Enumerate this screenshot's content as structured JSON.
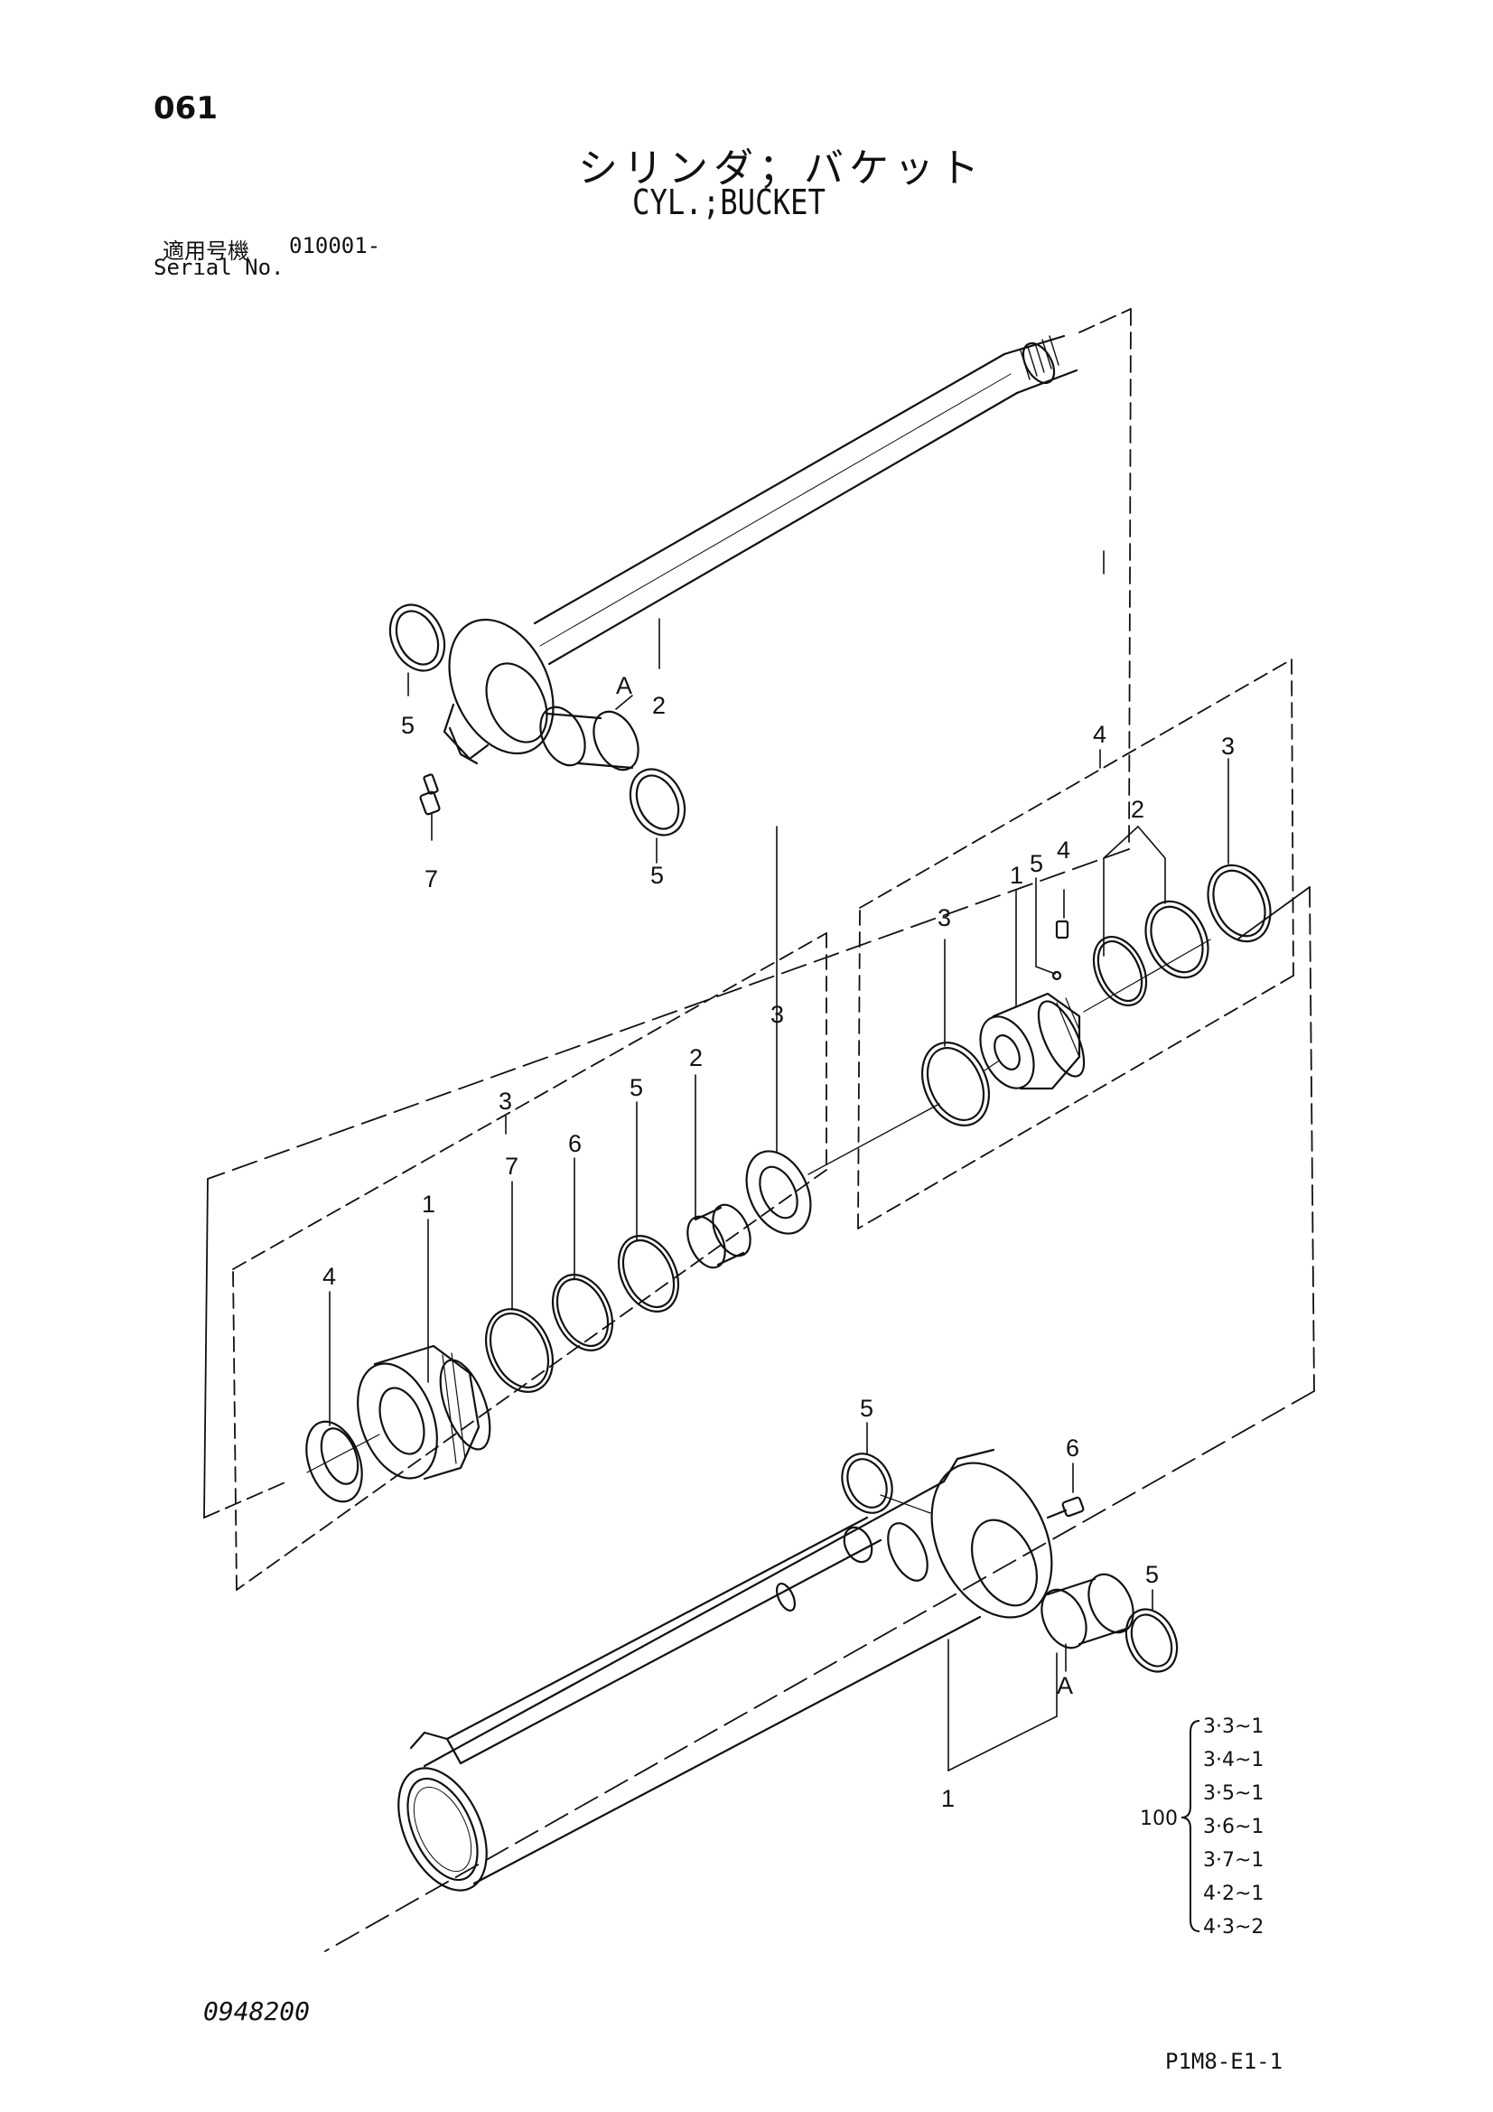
{
  "header": {
    "page_number": "061",
    "title_ja": "シリンダ；バケット",
    "title_en": "CYL.;BUCKET",
    "serial_label_ja": "適用号機",
    "serial_range": "010001-",
    "serial_label_en": "Serial No."
  },
  "callouts": {
    "rod_tube": "2",
    "rod_bushing_mark": "A",
    "rod_seal_left": "5",
    "rod_seal_right": "5",
    "rod_grease_nipple": "7",
    "piston_kit": "4",
    "piston_kit_ring_back": "3",
    "piston_kit_seal_pair": "2",
    "piston_kit_piston": "1",
    "piston_kit_ball": "5",
    "piston_kit_setscrew": "4",
    "piston_kit_ring_front": "3",
    "head_kit": "3",
    "head_kit_wiper": "4",
    "head_kit_head": "1",
    "head_kit_oring_7": "7",
    "head_kit_oring_6": "6",
    "head_kit_ring_5": "5",
    "head_kit_bushing": "2",
    "head_kit_seal": "3",
    "cyl_seal_top": "5",
    "cyl_grease_nipple": "6",
    "cyl_seal_right": "5",
    "cyl_bushing_mark": "A",
    "cyl_tube": "1"
  },
  "kit_reference": {
    "label": "100",
    "items": [
      "3·3~1",
      "3·4~1",
      "3·5~1",
      "3·6~1",
      "3·7~1",
      "4·2~1",
      "4·3~2"
    ]
  },
  "footer": {
    "doc_number": "0948200",
    "figure_code": "P1M8-E1-1"
  }
}
